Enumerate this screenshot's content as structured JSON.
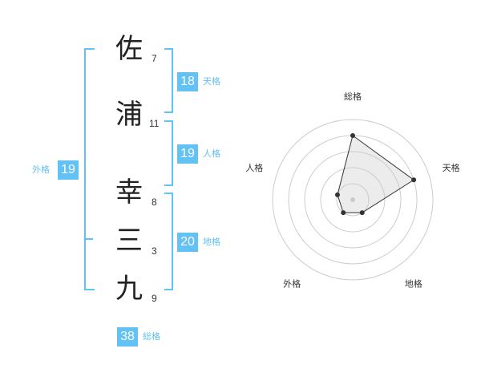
{
  "name_chars": [
    {
      "char": "佐",
      "strokes": "7"
    },
    {
      "char": "浦",
      "strokes": "11"
    },
    {
      "char": "幸",
      "strokes": "8"
    },
    {
      "char": "三",
      "strokes": "3"
    },
    {
      "char": "九",
      "strokes": "9"
    }
  ],
  "fortunes": {
    "tenkaku": {
      "value": "18",
      "label": "天格"
    },
    "jinkaku": {
      "value": "19",
      "label": "人格"
    },
    "chikaku": {
      "value": "20",
      "label": "地格"
    },
    "gaikaku": {
      "value": "19",
      "label": "外格"
    },
    "soukaku": {
      "value": "38",
      "label": "総格"
    }
  },
  "radar": {
    "axes": [
      "総格",
      "天格",
      "地格",
      "外格",
      "人格"
    ],
    "levels": 5,
    "values": [
      0.8,
      0.8,
      0.2,
      0.2,
      0.2
    ],
    "accent": "#62c1f5"
  }
}
